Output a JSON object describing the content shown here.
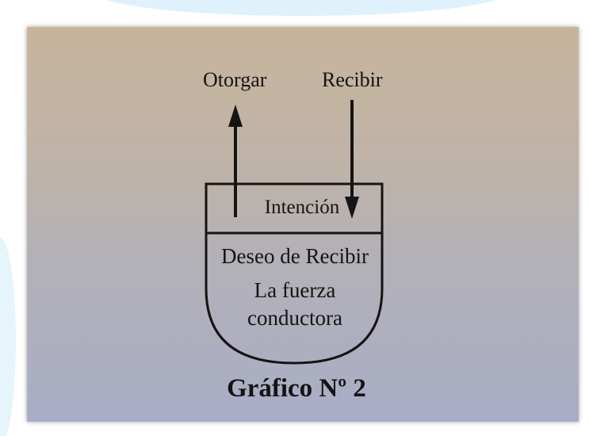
{
  "diagram": {
    "arrow_up_label": "Otorgar",
    "arrow_down_label": "Recibir",
    "top_section_label": "Intención",
    "bottom_section_label": "Deseo de Recibir",
    "bottom_section_sublabel_line1": "La fuerza",
    "bottom_section_sublabel_line2": "conductora",
    "caption": "Gráfico Nº 2"
  },
  "colors": {
    "ink": "#141414",
    "background_top": "#c7b49c",
    "background_bottom": "#a9adc6"
  }
}
